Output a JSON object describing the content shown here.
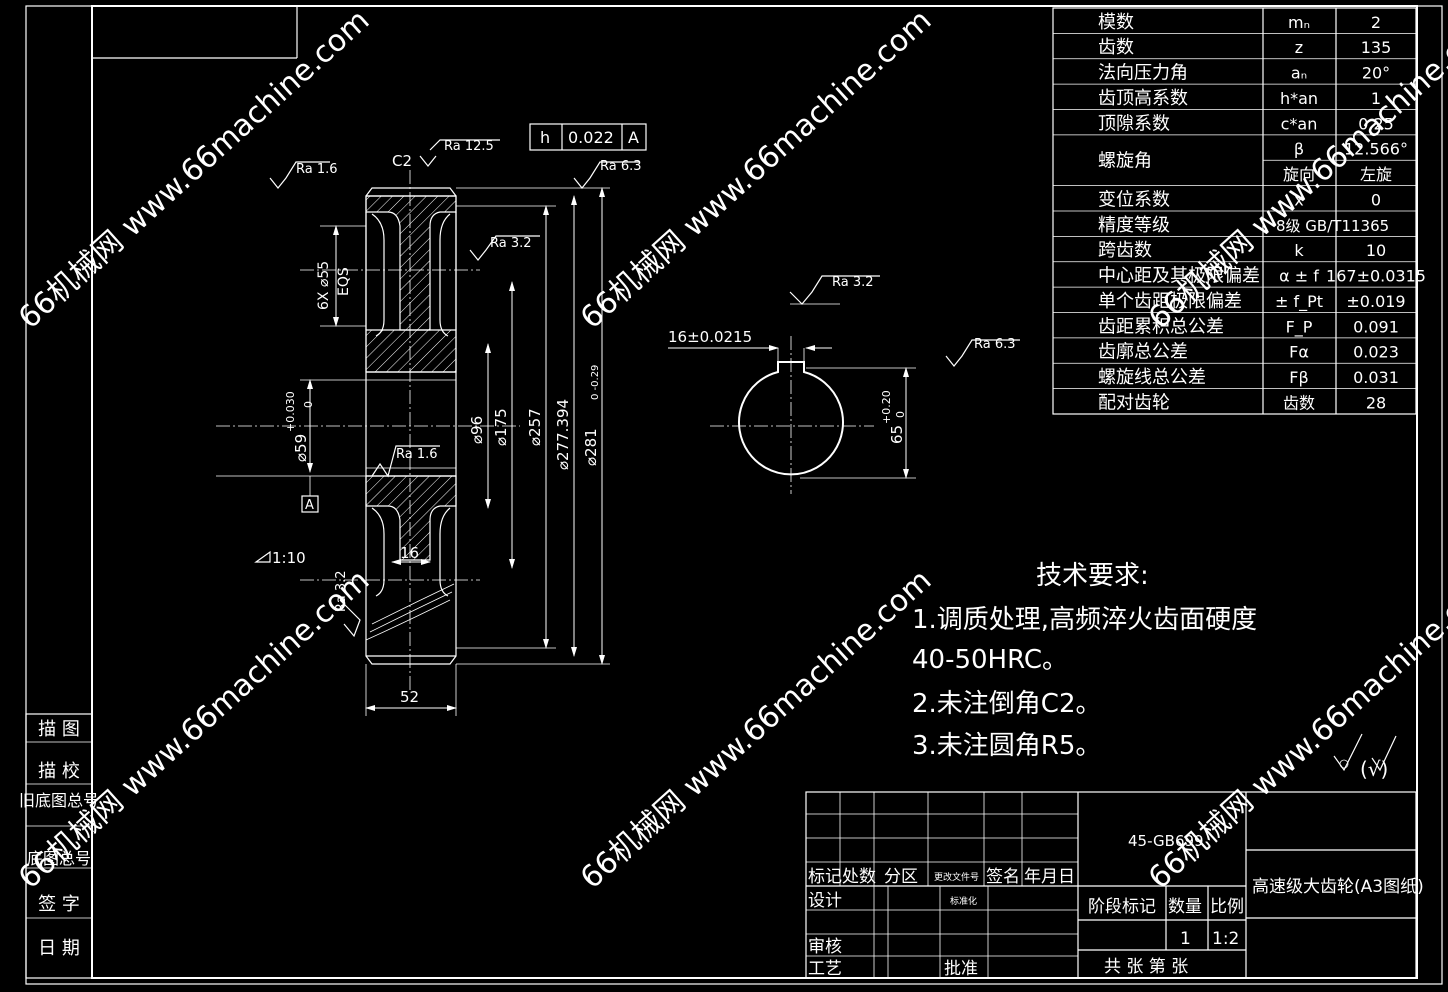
{
  "parameter_table": [
    {
      "name": "模数",
      "symbol": "mₙ",
      "value": "2"
    },
    {
      "name": "齿数",
      "symbol": "z",
      "value": "135"
    },
    {
      "name": "法向压力角",
      "symbol": "aₙ",
      "value": "20°"
    },
    {
      "name": "齿顶高系数",
      "symbol": "h*an",
      "value": "1"
    },
    {
      "name": "顶隙系数",
      "symbol": "c*an",
      "value": "0.25"
    },
    {
      "name": "螺旋角",
      "symbol": "β",
      "value": "12.566°"
    },
    {
      "name": "",
      "symbol": "旋向",
      "value": "左旋"
    },
    {
      "name": "变位系数",
      "symbol": "x",
      "value": "0"
    },
    {
      "name": "精度等级",
      "symbol": "8级 GB/T11365",
      "value": ""
    },
    {
      "name": "跨齿数",
      "symbol": "k",
      "value": "10"
    },
    {
      "name": "中心距及其极限偏差",
      "symbol": "α ± f",
      "value": "167±0.0315"
    },
    {
      "name": "单个齿距极限偏差",
      "symbol": "± f_Pt",
      "value": "±0.019"
    },
    {
      "name": "齿距累积总公差",
      "symbol": "F_P",
      "value": "0.091"
    },
    {
      "name": "齿廓总公差",
      "symbol": "Fα",
      "value": "0.023"
    },
    {
      "name": "螺旋线总公差",
      "symbol": "Fβ",
      "value": "0.031"
    },
    {
      "name": "配对齿轮",
      "symbol": "齿数",
      "value": "28"
    }
  ],
  "tech_requirements": {
    "title": "技术要求:",
    "lines": [
      "1.调质处理,高频淬火齿面硬度",
      "40-50HRC。",
      "2.未注倒角C2。",
      "3.未注圆角R5。"
    ]
  },
  "dimensions": {
    "c2": "C2",
    "ra_top_left": "Ra 1.6",
    "ra_top": "Ra 12.5",
    "ra_right_top": "Ra 6.3",
    "ra_mid": "Ra 3.2",
    "ra_hub": "Ra 1.6",
    "ra_bottom": "Ra 3.2",
    "holes": "6X ⌀55",
    "eqs": "EQS",
    "bore_tol_up": "+0.030",
    "bore_tol_low": "0",
    "bore": "⌀59",
    "datum": "A",
    "d96": "⌀96",
    "d175": "⌀175",
    "d257": "⌀257",
    "d277": "⌀277.394",
    "d281": "⌀281",
    "d281_tol": "0\n-0.29",
    "hub_w": "16",
    "width": "52",
    "taper": "1:10",
    "tol_h": "h",
    "tol_v": "0.022",
    "tol_a": "A"
  },
  "section": {
    "key": "16±0.0215",
    "ra_key": "Ra 3.2",
    "ra_right": "Ra 6.3",
    "depth": "65",
    "depth_tol_up": "+0.20",
    "depth_tol_low": "0"
  },
  "roughness_note": "(√)",
  "title_block": {
    "material": "45-GB699",
    "part_name": "高速级大齿轮(A3图纸)",
    "header": [
      "标记",
      "处数",
      "分区",
      "更改文件号",
      "签名",
      "年月日"
    ],
    "design": "设计",
    "standard": "标准化",
    "check": "审核",
    "process": "工艺",
    "approve": "批准",
    "stage": "阶段标记",
    "qty_label": "数量",
    "scale_label": "比例",
    "qty": "1",
    "scale": "1:2",
    "sheets": "共  张  第  张"
  },
  "side_labels": [
    "描 图",
    "描 校",
    "旧底图总号",
    "底图总号",
    "签 字",
    "日 期"
  ],
  "watermark": [
    "66机械网 www.66machine.com"
  ]
}
